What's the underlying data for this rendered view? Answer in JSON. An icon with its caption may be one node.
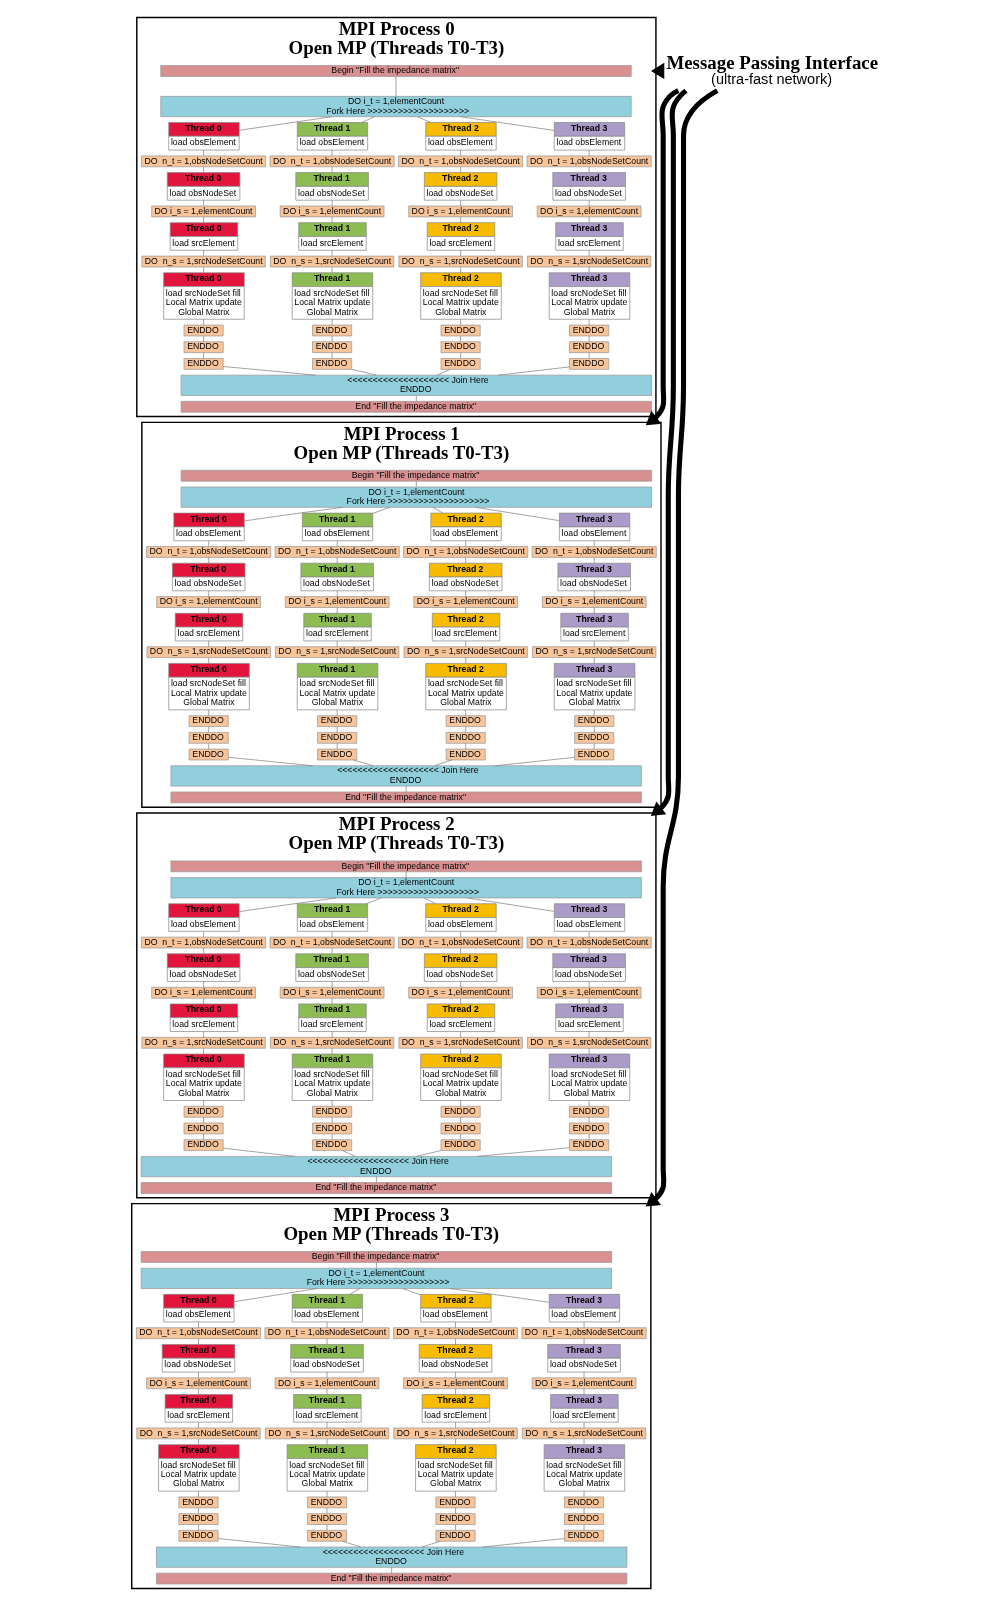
{
  "diagram": {
    "nodes": [
      {
        "text": [
          "MPI Process 0",
          "Open MP (Threads T0-T3)"
        ]
      },
      {
        "text": [
          "Begin \"Fill the impedance matrix\""
        ],
        "in": 0
      },
      {
        "text": [
          "DO i_t = 1,elementCount",
          "Fork Here >>>>>>>>>>>>>>>>>>>>"
        ],
        "in": 0
      },
      {
        "text": [
          "Thread 0",
          "load obsElement"
        ],
        "in": 0
      },
      {
        "text": [
          "Thread 1",
          "load obsElement"
        ],
        "in": 0
      },
      {
        "text": [
          "Thread 2",
          "load obsElement"
        ],
        "in": 0
      },
      {
        "text": [
          "Thread 3",
          "load obsElement"
        ],
        "in": 0
      },
      {
        "text": [
          "DO  n_t = 1,obsNodeSetCount"
        ],
        "in": 0
      },
      {
        "text": [
          "DO  n_t = 1,obsNodeSetCount"
        ],
        "in": 0
      },
      {
        "text": [
          "DO  n_t = 1,obsNodeSetCount"
        ],
        "in": 0
      },
      {
        "text": [
          "DO  n_t = 1,obsNodeSetCount"
        ],
        "in": 0
      },
      {
        "text": [
          "Thread 0",
          "load obsNodeSet"
        ],
        "in": 0
      },
      {
        "text": [
          "Thread 1",
          "load obsNodeSet"
        ],
        "in": 0
      },
      {
        "text": [
          "Thread 2",
          "load obsNodeSet"
        ],
        "in": 0
      },
      {
        "text": [
          "Thread 3",
          "load obsNodeSet"
        ],
        "in": 0
      },
      {
        "text": [
          "DO i_s = 1,elementCount"
        ],
        "in": 0
      },
      {
        "text": [
          "DO i_s = 1,elementCount"
        ],
        "in": 0
      },
      {
        "text": [
          "DO i_s = 1,elementCount"
        ],
        "in": 0
      },
      {
        "text": [
          "DO i_s = 1,elementCount"
        ],
        "in": 0
      },
      {
        "text": [
          "Thread 0",
          "load srcElement"
        ],
        "in": 0
      },
      {
        "text": [
          "Thread 1",
          "load srcElement"
        ],
        "in": 0
      },
      {
        "text": [
          "Thread 2",
          "load srcElement"
        ],
        "in": 0
      },
      {
        "text": [
          "Thread 3",
          "load srcElement"
        ],
        "in": 0
      },
      {
        "text": [
          "DO  n_s = 1,srcNodeSetCount"
        ],
        "in": 0
      },
      {
        "text": [
          "DO  n_s = 1,srcNodeSetCount"
        ],
        "in": 0
      },
      {
        "text": [
          "DO  n_s = 1,srcNodeSetCount"
        ],
        "in": 0
      },
      {
        "text": [
          "DO  n_s = 1,srcNodeSetCount"
        ],
        "in": 0
      },
      {
        "text": [
          "Thread 0",
          "load srcNodeSet fill Local Matrix update Global Matrix"
        ],
        "in": 0
      },
      {
        "text": [
          "Thread 1",
          "load srcNodeSet fill Local Matrix update Global Matrix"
        ],
        "in": 0
      },
      {
        "text": [
          "Thread 2",
          "load srcNodeSet fill Local Matrix update Global Matrix"
        ],
        "in": 0
      },
      {
        "text": [
          "Thread 3",
          "load srcNodeSet fill Local Matrix update Global Matrix"
        ],
        "in": 0
      },
      {
        "text": [
          "ENDDO"
        ],
        "in": 0
      },
      {
        "text": [
          "ENDDO"
        ],
        "in": 0
      },
      {
        "text": [
          "ENDDO"
        ],
        "in": 0
      },
      {
        "text": [
          "ENDDO"
        ],
        "in": 0
      },
      {
        "text": [
          "ENDDO"
        ],
        "in": 0
      },
      {
        "text": [
          "ENDDO"
        ],
        "in": 0
      },
      {
        "text": [
          "ENDDO"
        ],
        "in": 0
      },
      {
        "text": [
          "ENDDO"
        ],
        "in": 0
      },
      {
        "text": [
          "ENDDO"
        ],
        "in": 0
      },
      {
        "text": [
          "ENDDO"
        ],
        "in": 0
      },
      {
        "text": [
          "ENDDO"
        ],
        "in": 0
      },
      {
        "text": [
          "ENDDO"
        ],
        "in": 0
      },
      {
        "text": [
          "<<<<<<<<<<<<<<<<<<<< Join Here",
          "ENDDO"
        ],
        "in": 0
      },
      {
        "text": [
          "End \"Fill the impedance matrix\""
        ],
        "in": 0
      },
      {
        "text": [
          "MPI Process 1",
          "Open MP (Threads T0-T3)"
        ]
      },
      {
        "text": [
          "Begin \"Fill the impedance matrix\""
        ],
        "in": 45
      },
      {
        "text": [
          "DO i_t = 1,elementCount",
          "Fork Here >>>>>>>>>>>>>>>>>>>>"
        ],
        "in": 45
      },
      {
        "text": [
          "Thread 0",
          "load obsElement"
        ],
        "in": 45
      },
      {
        "text": [
          "Thread 1",
          "load obsElement"
        ],
        "in": 45
      },
      {
        "text": [
          "Thread 2",
          "load obsElement"
        ],
        "in": 45
      },
      {
        "text": [
          "Thread 3",
          "load obsElement"
        ],
        "in": 45
      },
      {
        "text": [
          "DO  n_t = 1,obsNodeSetCount"
        ],
        "in": 45
      },
      {
        "text": [
          "DO  n_t = 1,obsNodeSetCount"
        ],
        "in": 45
      },
      {
        "text": [
          "DO  n_t = 1,obsNodeSetCount"
        ],
        "in": 45
      },
      {
        "text": [
          "DO  n_t = 1,obsNodeSetCount"
        ],
        "in": 45
      },
      {
        "text": [
          "Thread 0",
          "load obsNodeSet"
        ],
        "in": 45
      },
      {
        "text": [
          "Thread 1",
          "load obsNodeSet"
        ],
        "in": 45
      },
      {
        "text": [
          "Thread 2",
          "load obsNodeSet"
        ],
        "in": 45
      },
      {
        "text": [
          "Thread 3",
          "load obsNodeSet"
        ],
        "in": 45
      },
      {
        "text": [
          "DO i_s = 1,elementCount"
        ],
        "in": 45
      },
      {
        "text": [
          "DO i_s = 1,elementCount"
        ],
        "in": 45
      },
      {
        "text": [
          "DO i_s = 1,elementCount"
        ],
        "in": 45
      },
      {
        "text": [
          "DO i_s = 1,elementCount"
        ],
        "in": 45
      },
      {
        "text": [
          "Thread 0",
          "load srcElement"
        ],
        "in": 45
      },
      {
        "text": [
          "Thread 1",
          "load srcElement"
        ],
        "in": 45
      },
      {
        "text": [
          "Thread 2",
          "load srcElement"
        ],
        "in": 45
      },
      {
        "text": [
          "Thread 3",
          "load srcElement"
        ],
        "in": 45
      },
      {
        "text": [
          "DO  n_s = 1,srcNodeSetCount"
        ],
        "in": 45
      },
      {
        "text": [
          "DO  n_s = 1,srcNodeSetCount"
        ],
        "in": 45
      },
      {
        "text": [
          "DO  n_s = 1,srcNodeSetCount"
        ],
        "in": 45
      },
      {
        "text": [
          "DO  n_s = 1,srcNodeSetCount"
        ],
        "in": 45
      },
      {
        "text": [
          "Thread 0",
          "load srcNodeSet fill Local Matrix update Global Matrix"
        ],
        "in": 45
      },
      {
        "text": [
          "Thread 1",
          "load srcNodeSet fill Local Matrix update Global Matrix"
        ],
        "in": 45
      },
      {
        "text": [
          "Thread 2",
          "load srcNodeSet fill Local Matrix update Global Matrix"
        ],
        "in": 45
      },
      {
        "text": [
          "Thread 3",
          "load srcNodeSet fill Local Matrix update Global Matrix"
        ],
        "in": 45
      },
      {
        "text": [
          "ENDDO"
        ],
        "in": 45
      },
      {
        "text": [
          "ENDDO"
        ],
        "in": 45
      },
      {
        "text": [
          "ENDDO"
        ],
        "in": 45
      },
      {
        "text": [
          "ENDDO"
        ],
        "in": 45
      },
      {
        "text": [
          "ENDDO"
        ],
        "in": 45
      },
      {
        "text": [
          "ENDDO"
        ],
        "in": 45
      },
      {
        "text": [
          "ENDDO"
        ],
        "in": 45
      },
      {
        "text": [
          "ENDDO"
        ],
        "in": 45
      },
      {
        "text": [
          "ENDDO"
        ],
        "in": 45
      },
      {
        "text": [
          "ENDDO"
        ],
        "in": 45
      },
      {
        "text": [
          "ENDDO"
        ],
        "in": 45
      },
      {
        "text": [
          "ENDDO"
        ],
        "in": 45
      },
      {
        "text": [
          "<<<<<<<<<<<<<<<<<<<< Join Here",
          "ENDDO"
        ],
        "in": 45
      },
      {
        "text": [
          "End \"Fill the impedance matrix\""
        ],
        "in": 45
      },
      {
        "text": [
          "MPI Process 2",
          "Open MP (Threads T0-T3)"
        ]
      },
      {
        "text": [
          "Begin \"Fill the impedance matrix\""
        ],
        "in": 90
      },
      {
        "text": [
          "DO i_t = 1,elementCount",
          "Fork Here >>>>>>>>>>>>>>>>>>>>"
        ],
        "in": 90
      },
      {
        "text": [
          "Thread 0",
          "load obsElement"
        ],
        "in": 90
      },
      {
        "text": [
          "Thread 1",
          "load obsElement"
        ],
        "in": 90
      },
      {
        "text": [
          "Thread 2",
          "load obsElement"
        ],
        "in": 90
      },
      {
        "text": [
          "Thread 3",
          "load obsElement"
        ],
        "in": 90
      },
      {
        "text": [
          "DO  n_t = 1,obsNodeSetCount"
        ],
        "in": 90
      },
      {
        "text": [
          "DO  n_t = 1,obsNodeSetCount"
        ],
        "in": 90
      },
      {
        "text": [
          "DO  n_t = 1,obsNodeSetCount"
        ],
        "in": 90
      },
      {
        "text": [
          "DO  n_t = 1,obsNodeSetCount"
        ],
        "in": 90
      },
      {
        "text": [
          "Thread 0",
          "load obsNodeSet"
        ],
        "in": 90
      },
      {
        "text": [
          "Thread 1",
          "load obsNodeSet"
        ],
        "in": 90
      },
      {
        "text": [
          "Thread 2",
          "load obsNodeSet"
        ],
        "in": 90
      },
      {
        "text": [
          "Thread 3",
          "load obsNodeSet"
        ],
        "in": 90
      },
      {
        "text": [
          "DO i_s = 1,elementCount"
        ],
        "in": 90
      },
      {
        "text": [
          "DO i_s = 1,elementCount"
        ],
        "in": 90
      },
      {
        "text": [
          "DO i_s = 1,elementCount"
        ],
        "in": 90
      },
      {
        "text": [
          "DO i_s = 1,elementCount"
        ],
        "in": 90
      },
      {
        "text": [
          "Thread 0",
          "load srcElement"
        ],
        "in": 90
      },
      {
        "text": [
          "Thread 1",
          "load srcElement"
        ],
        "in": 90
      },
      {
        "text": [
          "Thread 2",
          "load srcElement"
        ],
        "in": 90
      },
      {
        "text": [
          "Thread 3",
          "load srcElement"
        ],
        "in": 90
      },
      {
        "text": [
          "DO  n_s = 1,srcNodeSetCount"
        ],
        "in": 90
      },
      {
        "text": [
          "DO  n_s = 1,srcNodeSetCount"
        ],
        "in": 90
      },
      {
        "text": [
          "DO  n_s = 1,srcNodeSetCount"
        ],
        "in": 90
      },
      {
        "text": [
          "DO  n_s = 1,srcNodeSetCount"
        ],
        "in": 90
      },
      {
        "text": [
          "Thread 0",
          "load srcNodeSet fill Local Matrix update Global Matrix"
        ],
        "in": 90
      },
      {
        "text": [
          "Thread 1",
          "load srcNodeSet fill Local Matrix update Global Matrix"
        ],
        "in": 90
      },
      {
        "text": [
          "Thread 2",
          "load srcNodeSet fill Local Matrix update Global Matrix"
        ],
        "in": 90
      },
      {
        "text": [
          "Thread 3",
          "load srcNodeSet fill Local Matrix update Global Matrix"
        ],
        "in": 90
      },
      {
        "text": [
          "ENDDO"
        ],
        "in": 90
      },
      {
        "text": [
          "ENDDO"
        ],
        "in": 90
      },
      {
        "text": [
          "ENDDO"
        ],
        "in": 90
      },
      {
        "text": [
          "ENDDO"
        ],
        "in": 90
      },
      {
        "text": [
          "ENDDO"
        ],
        "in": 90
      },
      {
        "text": [
          "ENDDO"
        ],
        "in": 90
      },
      {
        "text": [
          "ENDDO"
        ],
        "in": 90
      },
      {
        "text": [
          "ENDDO"
        ],
        "in": 90
      },
      {
        "text": [
          "ENDDO"
        ],
        "in": 90
      },
      {
        "text": [
          "ENDDO"
        ],
        "in": 90
      },
      {
        "text": [
          "ENDDO"
        ],
        "in": 90
      },
      {
        "text": [
          "ENDDO"
        ],
        "in": 90
      },
      {
        "text": [
          "<<<<<<<<<<<<<<<<<<<< Join Here",
          "ENDDO"
        ],
        "in": 90
      },
      {
        "text": [
          "End \"Fill the impedance matrix\""
        ],
        "in": 90
      },
      {
        "text": [
          "MPI Process 3",
          "Open MP (Threads T0-T3)"
        ]
      },
      {
        "text": [
          "Begin \"Fill the impedance matrix\""
        ],
        "in": 135
      },
      {
        "text": [
          "DO i_t = 1,elementCount",
          "Fork Here >>>>>>>>>>>>>>>>>>>>"
        ],
        "in": 135
      },
      {
        "text": [
          "Thread 0",
          "load obsElement"
        ],
        "in": 135
      },
      {
        "text": [
          "Thread 1",
          "load obsElement"
        ],
        "in": 135
      },
      {
        "text": [
          "Thread 2",
          "load obsElement"
        ],
        "in": 135
      },
      {
        "text": [
          "Thread 3",
          "load obsElement"
        ],
        "in": 135
      },
      {
        "text": [
          "DO  n_t = 1,obsNodeSetCount"
        ],
        "in": 135
      },
      {
        "text": [
          "DO  n_t = 1,obsNodeSetCount"
        ],
        "in": 135
      },
      {
        "text": [
          "DO  n_t = 1,obsNodeSetCount"
        ],
        "in": 135
      },
      {
        "text": [
          "DO  n_t = 1,obsNodeSetCount"
        ],
        "in": 135
      },
      {
        "text": [
          "Thread 0",
          "load obsNodeSet"
        ],
        "in": 135
      },
      {
        "text": [
          "Thread 1",
          "load obsNodeSet"
        ],
        "in": 135
      },
      {
        "text": [
          "Thread 2",
          "load obsNodeSet"
        ],
        "in": 135
      },
      {
        "text": [
          "Thread 3",
          "load obsNodeSet"
        ],
        "in": 135
      },
      {
        "text": [
          "DO i_s = 1,elementCount"
        ],
        "in": 135
      },
      {
        "text": [
          "DO i_s = 1,elementCount"
        ],
        "in": 135
      },
      {
        "text": [
          "DO i_s = 1,elementCount"
        ],
        "in": 135
      },
      {
        "text": [
          "DO i_s = 1,elementCount"
        ],
        "in": 135
      },
      {
        "text": [
          "Thread 0",
          "load srcElement"
        ],
        "in": 135
      },
      {
        "text": [
          "Thread 1",
          "load srcElement"
        ],
        "in": 135
      },
      {
        "text": [
          "Thread 2",
          "load srcElement"
        ],
        "in": 135
      },
      {
        "text": [
          "Thread 3",
          "load srcElement"
        ],
        "in": 135
      },
      {
        "text": [
          "DO  n_s = 1,srcNodeSetCount"
        ],
        "in": 135
      },
      {
        "text": [
          "DO  n_s = 1,srcNodeSetCount"
        ],
        "in": 135
      },
      {
        "text": [
          "DO  n_s = 1,srcNodeSetCount"
        ],
        "in": 135
      },
      {
        "text": [
          "DO  n_s = 1,srcNodeSetCount"
        ],
        "in": 135
      },
      {
        "text": [
          "Thread 0",
          "load srcNodeSet fill Local Matrix update Global Matrix"
        ],
        "in": 135
      },
      {
        "text": [
          "Thread 1",
          "load srcNodeSet fill Local Matrix update Global Matrix"
        ],
        "in": 135
      },
      {
        "text": [
          "Thread 2",
          "load srcNodeSet fill Local Matrix update Global Matrix"
        ],
        "in": 135
      },
      {
        "text": [
          "Thread 3",
          "load srcNodeSet fill Local Matrix update Global Matrix"
        ],
        "in": 135
      },
      {
        "text": [
          "ENDDO"
        ],
        "in": 135
      },
      {
        "text": [
          "ENDDO"
        ],
        "in": 135
      },
      {
        "text": [
          "ENDDO"
        ],
        "in": 135
      },
      {
        "text": [
          "ENDDO"
        ],
        "in": 135
      },
      {
        "text": [
          "ENDDO"
        ],
        "in": 135
      },
      {
        "text": [
          "ENDDO"
        ],
        "in": 135
      },
      {
        "text": [
          "ENDDO"
        ],
        "in": 135
      },
      {
        "text": [
          "ENDDO"
        ],
        "in": 135
      },
      {
        "text": [
          "ENDDO"
        ],
        "in": 135
      },
      {
        "text": [
          "ENDDO"
        ],
        "in": 135
      },
      {
        "text": [
          "ENDDO"
        ],
        "in": 135
      },
      {
        "text": [
          "ENDDO"
        ],
        "in": 135
      },
      {
        "text": [
          "<<<<<<<<<<<<<<<<<<<< Join Here",
          "ENDDO"
        ],
        "in": 135
      },
      {
        "text": [
          "End \"Fill the impedance matrix\""
        ],
        "in": 135
      },
      {
        "text": [
          "Message Passing Interface",
          "(ultra-fast network)"
        ]
      }
    ],
    "edges": [
      {
        "from": 1,
        "to": 2,
        "arrow": "none"
      },
      {
        "from": 2,
        "to": 3,
        "arrow": "none"
      },
      {
        "from": 2,
        "to": 4,
        "arrow": "none"
      },
      {
        "from": 2,
        "to": 5,
        "arrow": "none"
      },
      {
        "from": 2,
        "to": 6,
        "arrow": "none"
      },
      {
        "from": 3,
        "to": 7,
        "arrow": "none"
      },
      {
        "from": 4,
        "to": 8,
        "arrow": "none"
      },
      {
        "from": 5,
        "to": 9,
        "arrow": "none"
      },
      {
        "from": 6,
        "to": 10,
        "arrow": "none"
      },
      {
        "from": 7,
        "to": 11,
        "arrow": "none"
      },
      {
        "from": 8,
        "to": 12,
        "arrow": "none"
      },
      {
        "from": 9,
        "to": 13,
        "arrow": "none"
      },
      {
        "from": 10,
        "to": 14,
        "arrow": "none"
      },
      {
        "from": 11,
        "to": 15,
        "arrow": "none"
      },
      {
        "from": 12,
        "to": 16,
        "arrow": "none"
      },
      {
        "from": 13,
        "to": 17,
        "arrow": "none"
      },
      {
        "from": 14,
        "to": 18,
        "arrow": "none"
      },
      {
        "from": 15,
        "to": 19,
        "arrow": "none"
      },
      {
        "from": 16,
        "to": 20,
        "arrow": "none"
      },
      {
        "from": 17,
        "to": 21,
        "arrow": "none"
      },
      {
        "from": 18,
        "to": 22,
        "arrow": "none"
      },
      {
        "from": 19,
        "to": 23,
        "arrow": "none"
      },
      {
        "from": 20,
        "to": 24,
        "arrow": "none"
      },
      {
        "from": 21,
        "to": 25,
        "arrow": "none"
      },
      {
        "from": 22,
        "to": 26,
        "arrow": "none"
      },
      {
        "from": 23,
        "to": 27,
        "arrow": "none"
      },
      {
        "from": 24,
        "to": 28,
        "arrow": "none"
      },
      {
        "from": 25,
        "to": 29,
        "arrow": "none"
      },
      {
        "from": 26,
        "to": 30,
        "arrow": "none"
      },
      {
        "from": 27,
        "to": 31,
        "arrow": "none"
      },
      {
        "from": 28,
        "to": 32,
        "arrow": "none"
      },
      {
        "from": 29,
        "to": 33,
        "arrow": "none"
      },
      {
        "from": 30,
        "to": 34,
        "arrow": "none"
      },
      {
        "from": 31,
        "to": 35,
        "arrow": "none"
      },
      {
        "from": 32,
        "to": 36,
        "arrow": "none"
      },
      {
        "from": 33,
        "to": 37,
        "arrow": "none"
      },
      {
        "from": 34,
        "to": 38,
        "arrow": "none"
      },
      {
        "from": 35,
        "to": 39,
        "arrow": "none"
      },
      {
        "from": 36,
        "to": 40,
        "arrow": "none"
      },
      {
        "from": 37,
        "to": 41,
        "arrow": "none"
      },
      {
        "from": 38,
        "to": 42,
        "arrow": "none"
      },
      {
        "from": 39,
        "to": 43,
        "arrow": "none"
      },
      {
        "from": 40,
        "to": 43,
        "arrow": "none"
      },
      {
        "from": 41,
        "to": 43,
        "arrow": "none"
      },
      {
        "from": 42,
        "to": 43,
        "arrow": "none"
      },
      {
        "from": 43,
        "to": 44,
        "arrow": "none"
      },
      {
        "from": 46,
        "to": 47,
        "arrow": "none"
      },
      {
        "from": 47,
        "to": 48,
        "arrow": "none"
      },
      {
        "from": 47,
        "to": 49,
        "arrow": "none"
      },
      {
        "from": 47,
        "to": 50,
        "arrow": "none"
      },
      {
        "from": 47,
        "to": 51,
        "arrow": "none"
      },
      {
        "from": 48,
        "to": 52,
        "arrow": "none"
      },
      {
        "from": 49,
        "to": 53,
        "arrow": "none"
      },
      {
        "from": 50,
        "to": 54,
        "arrow": "none"
      },
      {
        "from": 51,
        "to": 55,
        "arrow": "none"
      },
      {
        "from": 52,
        "to": 56,
        "arrow": "none"
      },
      {
        "from": 53,
        "to": 57,
        "arrow": "none"
      },
      {
        "from": 54,
        "to": 58,
        "arrow": "none"
      },
      {
        "from": 55,
        "to": 59,
        "arrow": "none"
      },
      {
        "from": 56,
        "to": 60,
        "arrow": "none"
      },
      {
        "from": 57,
        "to": 61,
        "arrow": "none"
      },
      {
        "from": 58,
        "to": 62,
        "arrow": "none"
      },
      {
        "from": 59,
        "to": 63,
        "arrow": "none"
      },
      {
        "from": 60,
        "to": 64,
        "arrow": "none"
      },
      {
        "from": 61,
        "to": 65,
        "arrow": "none"
      },
      {
        "from": 62,
        "to": 66,
        "arrow": "none"
      },
      {
        "from": 63,
        "to": 67,
        "arrow": "none"
      },
      {
        "from": 64,
        "to": 68,
        "arrow": "none"
      },
      {
        "from": 65,
        "to": 69,
        "arrow": "none"
      },
      {
        "from": 66,
        "to": 70,
        "arrow": "none"
      },
      {
        "from": 67,
        "to": 71,
        "arrow": "none"
      },
      {
        "from": 68,
        "to": 72,
        "arrow": "none"
      },
      {
        "from": 69,
        "to": 73,
        "arrow": "none"
      },
      {
        "from": 70,
        "to": 74,
        "arrow": "none"
      },
      {
        "from": 71,
        "to": 75,
        "arrow": "none"
      },
      {
        "from": 72,
        "to": 76,
        "arrow": "none"
      },
      {
        "from": 73,
        "to": 77,
        "arrow": "none"
      },
      {
        "from": 74,
        "to": 78,
        "arrow": "none"
      },
      {
        "from": 75,
        "to": 79,
        "arrow": "none"
      },
      {
        "from": 76,
        "to": 80,
        "arrow": "none"
      },
      {
        "from": 77,
        "to": 81,
        "arrow": "none"
      },
      {
        "from": 78,
        "to": 82,
        "arrow": "none"
      },
      {
        "from": 79,
        "to": 83,
        "arrow": "none"
      },
      {
        "from": 80,
        "to": 84,
        "arrow": "none"
      },
      {
        "from": 81,
        "to": 85,
        "arrow": "none"
      },
      {
        "from": 82,
        "to": 86,
        "arrow": "none"
      },
      {
        "from": 83,
        "to": 87,
        "arrow": "none"
      },
      {
        "from": 84,
        "to": 88,
        "arrow": "none"
      },
      {
        "from": 85,
        "to": 88,
        "arrow": "none"
      },
      {
        "from": 86,
        "to": 88,
        "arrow": "none"
      },
      {
        "from": 87,
        "to": 88,
        "arrow": "none"
      },
      {
        "from": 88,
        "to": 89,
        "arrow": "none"
      },
      {
        "from": 91,
        "to": 92,
        "arrow": "none"
      },
      {
        "from": 92,
        "to": 93,
        "arrow": "none"
      },
      {
        "from": 92,
        "to": 94,
        "arrow": "none"
      },
      {
        "from": 92,
        "to": 95,
        "arrow": "none"
      },
      {
        "from": 92,
        "to": 96,
        "arrow": "none"
      },
      {
        "from": 93,
        "to": 97,
        "arrow": "none"
      },
      {
        "from": 94,
        "to": 98,
        "arrow": "none"
      },
      {
        "from": 95,
        "to": 99,
        "arrow": "none"
      },
      {
        "from": 96,
        "to": 100,
        "arrow": "none"
      },
      {
        "from": 97,
        "to": 101,
        "arrow": "none"
      },
      {
        "from": 98,
        "to": 102,
        "arrow": "none"
      },
      {
        "from": 99,
        "to": 103,
        "arrow": "none"
      },
      {
        "from": 100,
        "to": 104,
        "arrow": "none"
      },
      {
        "from": 101,
        "to": 105,
        "arrow": "none"
      },
      {
        "from": 102,
        "to": 106,
        "arrow": "none"
      },
      {
        "from": 103,
        "to": 107,
        "arrow": "none"
      },
      {
        "from": 104,
        "to": 108,
        "arrow": "none"
      },
      {
        "from": 105,
        "to": 109,
        "arrow": "none"
      },
      {
        "from": 106,
        "to": 110,
        "arrow": "none"
      },
      {
        "from": 107,
        "to": 111,
        "arrow": "none"
      },
      {
        "from": 108,
        "to": 112,
        "arrow": "none"
      },
      {
        "from": 109,
        "to": 113,
        "arrow": "none"
      },
      {
        "from": 110,
        "to": 114,
        "arrow": "none"
      },
      {
        "from": 111,
        "to": 115,
        "arrow": "none"
      },
      {
        "from": 112,
        "to": 116,
        "arrow": "none"
      },
      {
        "from": 113,
        "to": 117,
        "arrow": "none"
      },
      {
        "from": 114,
        "to": 118,
        "arrow": "none"
      },
      {
        "from": 115,
        "to": 119,
        "arrow": "none"
      },
      {
        "from": 116,
        "to": 120,
        "arrow": "none"
      },
      {
        "from": 117,
        "to": 121,
        "arrow": "none"
      },
      {
        "from": 118,
        "to": 122,
        "arrow": "none"
      },
      {
        "from": 119,
        "to": 123,
        "arrow": "none"
      },
      {
        "from": 120,
        "to": 124,
        "arrow": "none"
      },
      {
        "from": 121,
        "to": 125,
        "arrow": "none"
      },
      {
        "from": 122,
        "to": 126,
        "arrow": "none"
      },
      {
        "from": 123,
        "to": 127,
        "arrow": "none"
      },
      {
        "from": 124,
        "to": 128,
        "arrow": "none"
      },
      {
        "from": 125,
        "to": 129,
        "arrow": "none"
      },
      {
        "from": 126,
        "to": 130,
        "arrow": "none"
      },
      {
        "from": 127,
        "to": 131,
        "arrow": "none"
      },
      {
        "from": 128,
        "to": 132,
        "arrow": "none"
      },
      {
        "from": 129,
        "to": 133,
        "arrow": "none"
      },
      {
        "from": 130,
        "to": 133,
        "arrow": "none"
      },
      {
        "from": 131,
        "to": 133,
        "arrow": "none"
      },
      {
        "from": 132,
        "to": 133,
        "arrow": "none"
      },
      {
        "from": 133,
        "to": 134,
        "arrow": "none"
      },
      {
        "from": 136,
        "to": 137,
        "arrow": "none"
      },
      {
        "from": 137,
        "to": 138,
        "arrow": "none"
      },
      {
        "from": 137,
        "to": 139,
        "arrow": "none"
      },
      {
        "from": 137,
        "to": 140,
        "arrow": "none"
      },
      {
        "from": 137,
        "to": 141,
        "arrow": "none"
      },
      {
        "from": 138,
        "to": 142,
        "arrow": "none"
      },
      {
        "from": 139,
        "to": 143,
        "arrow": "none"
      },
      {
        "from": 140,
        "to": 144,
        "arrow": "none"
      },
      {
        "from": 141,
        "to": 145,
        "arrow": "none"
      },
      {
        "from": 142,
        "to": 146,
        "arrow": "none"
      },
      {
        "from": 143,
        "to": 147,
        "arrow": "none"
      },
      {
        "from": 144,
        "to": 148,
        "arrow": "none"
      },
      {
        "from": 145,
        "to": 149,
        "arrow": "none"
      },
      {
        "from": 146,
        "to": 150,
        "arrow": "none"
      },
      {
        "from": 147,
        "to": 151,
        "arrow": "none"
      },
      {
        "from": 148,
        "to": 152,
        "arrow": "none"
      },
      {
        "from": 149,
        "to": 153,
        "arrow": "none"
      },
      {
        "from": 150,
        "to": 154,
        "arrow": "none"
      },
      {
        "from": 151,
        "to": 155,
        "arrow": "none"
      },
      {
        "from": 152,
        "to": 156,
        "arrow": "none"
      },
      {
        "from": 153,
        "to": 157,
        "arrow": "none"
      },
      {
        "from": 154,
        "to": 158,
        "arrow": "none"
      },
      {
        "from": 155,
        "to": 159,
        "arrow": "none"
      },
      {
        "from": 156,
        "to": 160,
        "arrow": "none"
      },
      {
        "from": 157,
        "to": 161,
        "arrow": "none"
      },
      {
        "from": 158,
        "to": 162,
        "arrow": "none"
      },
      {
        "from": 159,
        "to": 163,
        "arrow": "none"
      },
      {
        "from": 160,
        "to": 164,
        "arrow": "none"
      },
      {
        "from": 161,
        "to": 165,
        "arrow": "none"
      },
      {
        "from": 162,
        "to": 166,
        "arrow": "none"
      },
      {
        "from": 163,
        "to": 167,
        "arrow": "none"
      },
      {
        "from": 164,
        "to": 168,
        "arrow": "none"
      },
      {
        "from": 165,
        "to": 169,
        "arrow": "none"
      },
      {
        "from": 166,
        "to": 170,
        "arrow": "none"
      },
      {
        "from": 167,
        "to": 171,
        "arrow": "none"
      },
      {
        "from": 168,
        "to": 172,
        "arrow": "none"
      },
      {
        "from": 169,
        "to": 173,
        "arrow": "none"
      },
      {
        "from": 170,
        "to": 174,
        "arrow": "none"
      },
      {
        "from": 171,
        "to": 175,
        "arrow": "none"
      },
      {
        "from": 172,
        "to": 176,
        "arrow": "none"
      },
      {
        "from": 173,
        "to": 177,
        "arrow": "none"
      },
      {
        "from": 174,
        "to": 178,
        "arrow": "none"
      },
      {
        "from": 175,
        "to": 178,
        "arrow": "none"
      },
      {
        "from": 176,
        "to": 178,
        "arrow": "none"
      },
      {
        "from": 177,
        "to": 178,
        "arrow": "none"
      },
      {
        "from": 178,
        "to": 179,
        "arrow": "none"
      },
      {
        "from": 180,
        "to": 0,
        "arrow": "to",
        "style": "thick",
        "color": "#000000"
      },
      {
        "from": 180,
        "to": 45,
        "arrow": "to",
        "style": "thick",
        "color": "#000000"
      },
      {
        "from": 180,
        "to": 90,
        "arrow": "to",
        "style": "thick",
        "color": "#000000"
      },
      {
        "from": 180,
        "to": 135,
        "arrow": "to",
        "style": "thick",
        "color": "#000000"
      }
    ]
  }
}
